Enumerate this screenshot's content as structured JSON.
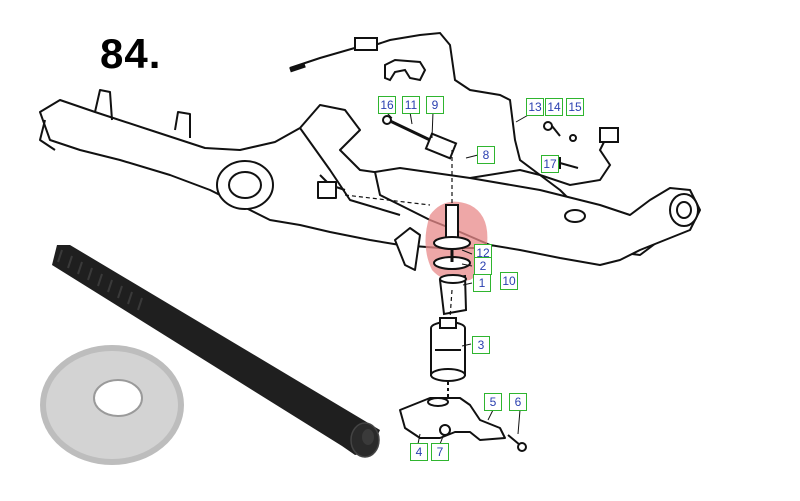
{
  "figure": {
    "number": "84."
  },
  "callouts": [
    {
      "id": "c16",
      "label": "16"
    },
    {
      "id": "c11",
      "label": "11"
    },
    {
      "id": "c9",
      "label": "9"
    },
    {
      "id": "c13",
      "label": "13"
    },
    {
      "id": "c14",
      "label": "14"
    },
    {
      "id": "c15",
      "label": "15"
    },
    {
      "id": "c17",
      "label": "17"
    },
    {
      "id": "c8",
      "label": "8"
    },
    {
      "id": "c12",
      "label": "12"
    },
    {
      "id": "c2",
      "label": "2"
    },
    {
      "id": "c1",
      "label": "1"
    },
    {
      "id": "c10",
      "label": "10"
    },
    {
      "id": "c3",
      "label": "3"
    },
    {
      "id": "c5",
      "label": "5"
    },
    {
      "id": "c6",
      "label": "6"
    },
    {
      "id": "c4",
      "label": "4"
    },
    {
      "id": "c7",
      "label": "7"
    }
  ],
  "highlight": {
    "color": "#e88a8a"
  },
  "colors": {
    "callout_border": "#2fb52f",
    "callout_text": "#2a3fb0",
    "line_art": "#111111",
    "bolt": "#1a1a1a",
    "washer": "#b9b9b9"
  }
}
